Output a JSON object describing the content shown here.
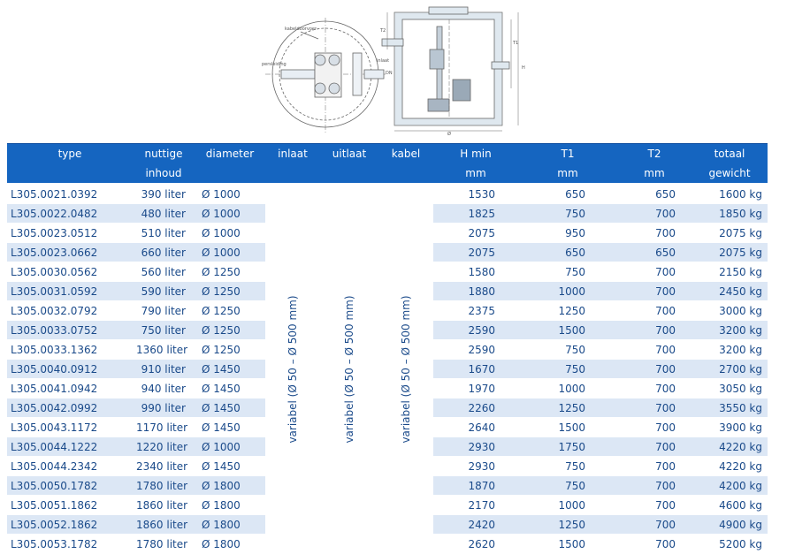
{
  "drawing": {
    "labels": {
      "cable": "kabeldoorvoer",
      "pressure": "persleiding",
      "inlet": "inlaat",
      "dn": "DN",
      "t2": "T2",
      "t1": "T1",
      "h": "H",
      "diameter": "Ø"
    }
  },
  "table": {
    "headers": {
      "type": "type",
      "capacity_1": "nuttige",
      "capacity_2": "inhoud",
      "diameter": "diameter",
      "inlet": "inlaat",
      "outlet": "uitlaat",
      "cable": "kabel",
      "hmin_1": "H min",
      "hmin_2": "mm",
      "t1_1": "T1",
      "t1_2": "mm",
      "t2_1": "T2",
      "t2_2": "mm",
      "total_1": "totaal",
      "total_2": "gewicht"
    },
    "variable_note": "variabel (Ø 50 – Ø 500 mm)",
    "rows": [
      {
        "type": "L305.0021.0392",
        "capacity": "390 liter",
        "diameter": "Ø 1000",
        "hmin": "1530",
        "t1": "650",
        "t2": "650",
        "weight": "1600 kg"
      },
      {
        "type": "L305.0022.0482",
        "capacity": "480 liter",
        "diameter": "Ø 1000",
        "hmin": "1825",
        "t1": "750",
        "t2": "700",
        "weight": "1850 kg"
      },
      {
        "type": "L305.0023.0512",
        "capacity": "510 liter",
        "diameter": "Ø 1000",
        "hmin": "2075",
        "t1": "950",
        "t2": "700",
        "weight": "2075 kg"
      },
      {
        "type": "L305.0023.0662",
        "capacity": "660 liter",
        "diameter": "Ø 1000",
        "hmin": "2075",
        "t1": "650",
        "t2": "650",
        "weight": "2075 kg"
      },
      {
        "type": "L305.0030.0562",
        "capacity": "560 liter",
        "diameter": "Ø 1250",
        "hmin": "1580",
        "t1": "750",
        "t2": "700",
        "weight": "2150 kg"
      },
      {
        "type": "L305.0031.0592",
        "capacity": "590 liter",
        "diameter": "Ø 1250",
        "hmin": "1880",
        "t1": "1000",
        "t2": "700",
        "weight": "2450 kg"
      },
      {
        "type": "L305.0032.0792",
        "capacity": "790 liter",
        "diameter": "Ø 1250",
        "hmin": "2375",
        "t1": "1250",
        "t2": "700",
        "weight": "3000 kg"
      },
      {
        "type": "L305.0033.0752",
        "capacity": "750 liter",
        "diameter": "Ø 1250",
        "hmin": "2590",
        "t1": "1500",
        "t2": "700",
        "weight": "3200 kg"
      },
      {
        "type": "L305.0033.1362",
        "capacity": "1360 liter",
        "diameter": "Ø 1250",
        "hmin": "2590",
        "t1": "750",
        "t2": "700",
        "weight": "3200 kg"
      },
      {
        "type": "L305.0040.0912",
        "capacity": "910 liter",
        "diameter": "Ø 1450",
        "hmin": "1670",
        "t1": "750",
        "t2": "700",
        "weight": "2700 kg"
      },
      {
        "type": "L305.0041.0942",
        "capacity": "940 liter",
        "diameter": "Ø 1450",
        "hmin": "1970",
        "t1": "1000",
        "t2": "700",
        "weight": "3050 kg"
      },
      {
        "type": "L305.0042.0992",
        "capacity": "990 liter",
        "diameter": "Ø 1450",
        "hmin": "2260",
        "t1": "1250",
        "t2": "700",
        "weight": "3550 kg"
      },
      {
        "type": "L305.0043.1172",
        "capacity": "1170 liter",
        "diameter": "Ø 1450",
        "hmin": "2640",
        "t1": "1500",
        "t2": "700",
        "weight": "3900 kg"
      },
      {
        "type": "L305.0044.1222",
        "capacity": "1220 liter",
        "diameter": "Ø 1000",
        "hmin": "2930",
        "t1": "1750",
        "t2": "700",
        "weight": "4220 kg"
      },
      {
        "type": "L305.0044.2342",
        "capacity": "2340 liter",
        "diameter": "Ø 1450",
        "hmin": "2930",
        "t1": "750",
        "t2": "700",
        "weight": "4220 kg"
      },
      {
        "type": "L305.0050.1782",
        "capacity": "1780 liter",
        "diameter": "Ø 1800",
        "hmin": "1870",
        "t1": "750",
        "t2": "700",
        "weight": "4200 kg"
      },
      {
        "type": "L305.0051.1862",
        "capacity": "1860 liter",
        "diameter": "Ø 1800",
        "hmin": "2170",
        "t1": "1000",
        "t2": "700",
        "weight": "4600 kg"
      },
      {
        "type": "L305.0052.1862",
        "capacity": "1860 liter",
        "diameter": "Ø 1800",
        "hmin": "2420",
        "t1": "1250",
        "t2": "700",
        "weight": "4900 kg"
      },
      {
        "type": "L305.0053.1782",
        "capacity": "1780 liter",
        "diameter": "Ø 1800",
        "hmin": "2620",
        "t1": "1500",
        "t2": "700",
        "weight": "5200 kg"
      }
    ]
  }
}
